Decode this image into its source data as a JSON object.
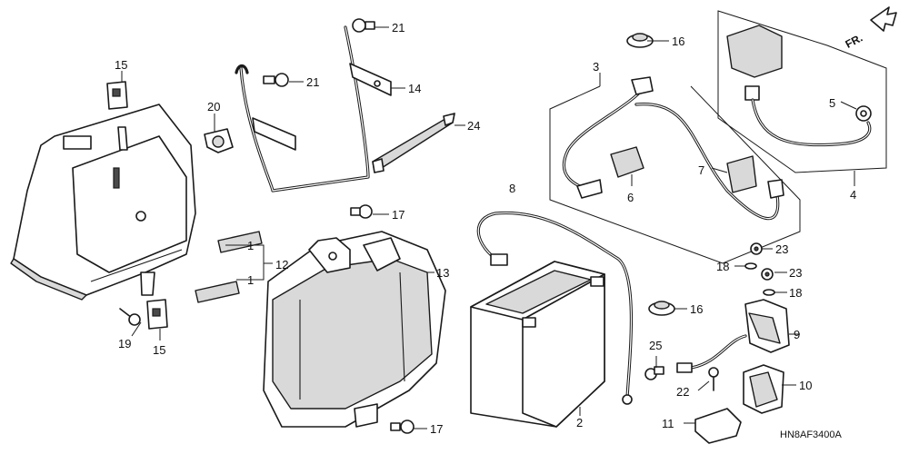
{
  "diagram_code": "HN8AF3400A",
  "direction_label": "FR.",
  "callouts": {
    "c1a": "1",
    "c1b": "1",
    "c2": "2",
    "c3": "3",
    "c4": "4",
    "c5": "5",
    "c6": "6",
    "c7": "7",
    "c8": "8",
    "c9": "9",
    "c10": "10",
    "c11": "11",
    "c12": "12",
    "c13": "13",
    "c14": "14",
    "c15a": "15",
    "c15b": "15",
    "c16a": "16",
    "c16b": "16",
    "c17a": "17",
    "c17b": "17",
    "c18a": "18",
    "c18b": "18",
    "c19": "19",
    "c20": "20",
    "c21a": "21",
    "c21b": "21",
    "c22": "22",
    "c23a": "23",
    "c23b": "23",
    "c24": "24",
    "c25": "25"
  }
}
